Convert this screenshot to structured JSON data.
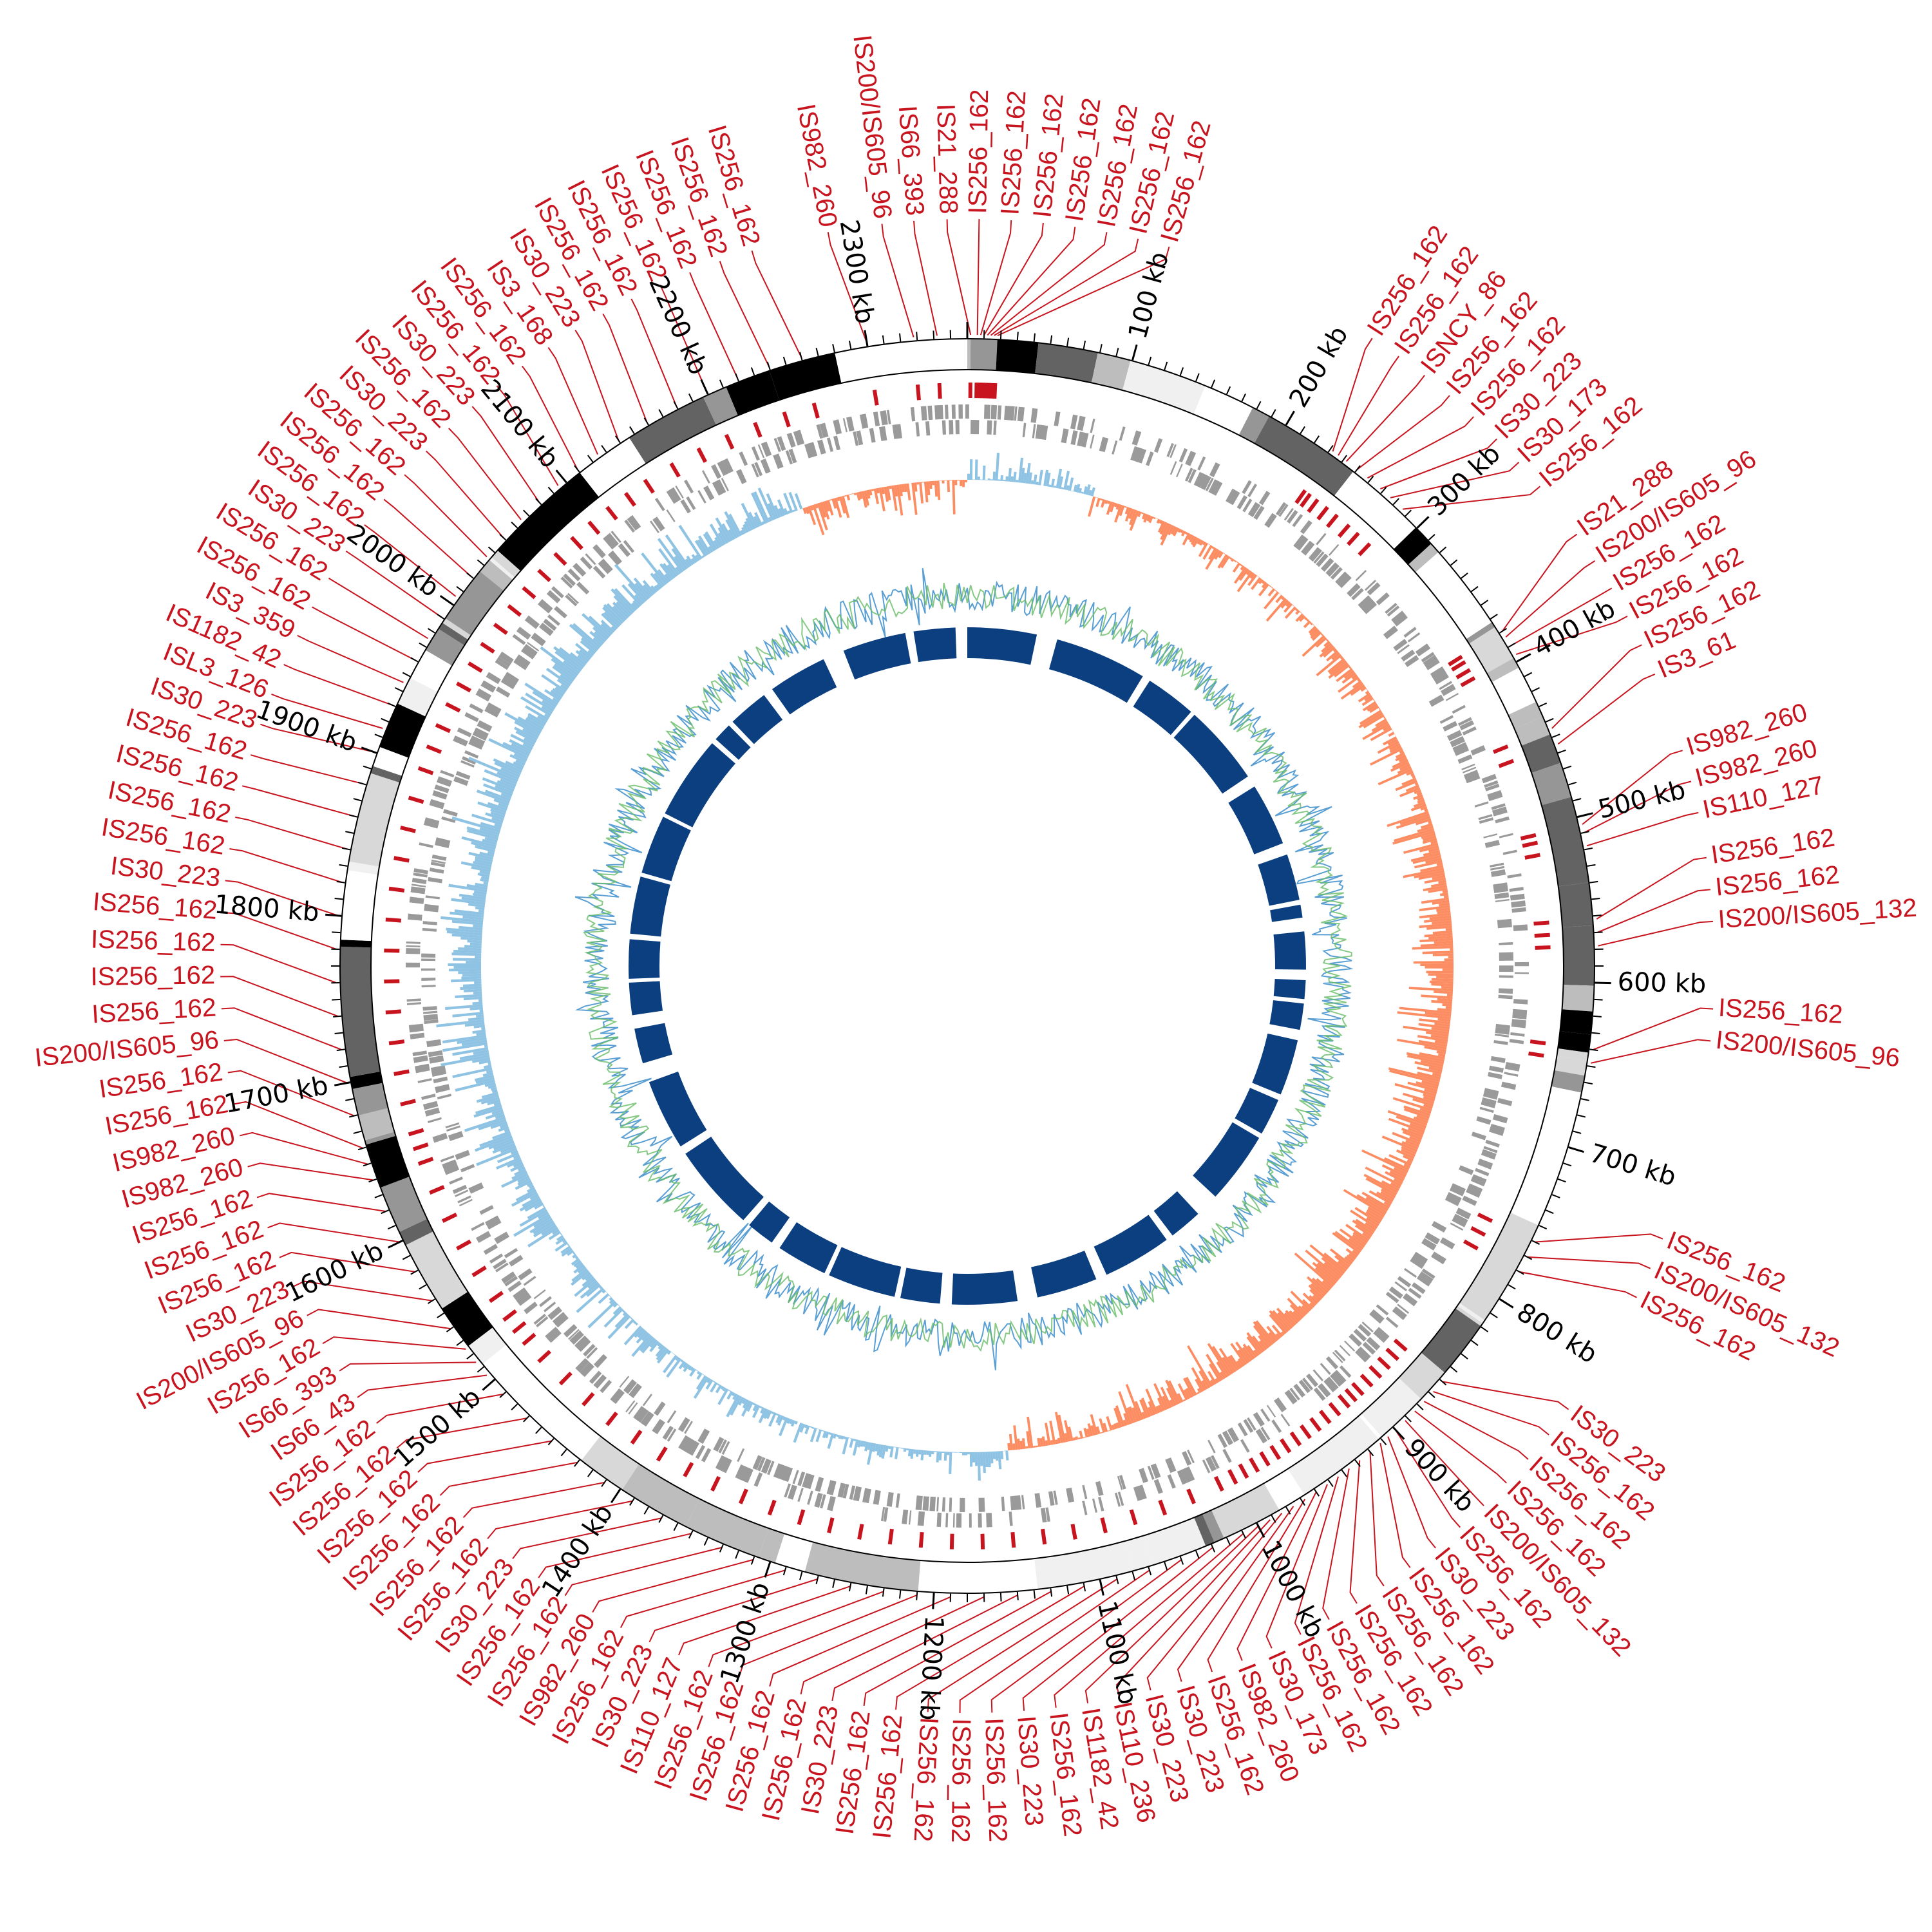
{
  "genome": {
    "length_kb": 2360,
    "tick_unit": "kb",
    "major_tick_kb": 100,
    "minor_tick_kb": 10
  },
  "tick_labels": [
    "100 kb",
    "200 kb",
    "300 kb",
    "400 kb",
    "500 kb",
    "600 kb",
    "700 kb",
    "800 kb",
    "900 kb",
    "1000 kb",
    "1100 kb",
    "1200 kb",
    "1300 kb",
    "1400 kb",
    "1500 kb",
    "1600 kb",
    "1700 kb",
    "1800 kb",
    "1900 kb",
    "2000 kb",
    "2100 kb",
    "2200 kb",
    "2300 kb"
  ],
  "colors": {
    "label": "#c8141e",
    "gc_skew_pos": "#fc8d62",
    "gc_skew_neg": "#8fc3e3",
    "gc_content_a": "#66bb66",
    "gc_content_b": "#5a9fd4",
    "blocks": "#0b3f80",
    "genes": "#9a9a9a"
  },
  "is_elements": [
    [
      "IS982_260",
      2300
    ],
    [
      "IS200/IS605_96",
      2328
    ],
    [
      "IS66_393",
      2342
    ],
    [
      "IS21_288",
      2
    ],
    [
      "IS256_162",
      6
    ],
    [
      "IS256_162",
      8
    ],
    [
      "IS256_162",
      10
    ],
    [
      "IS256_162",
      12
    ],
    [
      "IS256_162",
      14
    ],
    [
      "IS256_162",
      16
    ],
    [
      "IS256_162",
      18
    ],
    [
      "IS256_162",
      232
    ],
    [
      "IS256_162",
      236
    ],
    [
      "ISNCY_86",
      242
    ],
    [
      "IS256_162",
      250
    ],
    [
      "IS256_162",
      258
    ],
    [
      "IS30_223",
      268
    ],
    [
      "IS30_173",
      276
    ],
    [
      "IS256_162",
      286
    ],
    [
      "IS21_288",
      380
    ],
    [
      "IS200/IS605_96",
      384
    ],
    [
      "IS256_162",
      390
    ],
    [
      "IS256_162",
      396
    ],
    [
      "IS256_162",
      445
    ],
    [
      "IS3_61",
      455
    ],
    [
      "IS982_260",
      505
    ],
    [
      "IS982_260",
      510
    ],
    [
      "IS110_127",
      518
    ],
    [
      "IS256_162",
      562
    ],
    [
      "IS256_162",
      570
    ],
    [
      "IS200/IS605_132",
      578
    ],
    [
      "IS256_162",
      640
    ],
    [
      "IS200/IS605_96",
      648
    ],
    [
      "IS256_162",
      760
    ],
    [
      "IS200/IS605_132",
      770
    ],
    [
      "IS256_162",
      780
    ],
    [
      "IS30_223",
      860
    ],
    [
      "IS256_162",
      868
    ],
    [
      "IS256_162",
      876
    ],
    [
      "IS256_162",
      884
    ],
    [
      "IS200/IS605_132",
      892
    ],
    [
      "IS256_162",
      900
    ],
    [
      "IS30_223",
      906
    ],
    [
      "IS256_162",
      912
    ],
    [
      "IS256_162",
      920
    ],
    [
      "IS256_162",
      928
    ],
    [
      "IS256_162",
      936
    ],
    [
      "IS256_162",
      944
    ],
    [
      "IS30_173",
      952
    ],
    [
      "IS982_260",
      960
    ],
    [
      "IS256_162",
      968
    ],
    [
      "IS30_223",
      976
    ],
    [
      "IS30_223",
      984
    ],
    [
      "IS110_236",
      992
    ],
    [
      "IS1182_42",
      1000
    ],
    [
      "IS256_162",
      1010
    ],
    [
      "IS30_223",
      1030
    ],
    [
      "IS256_162",
      1050
    ],
    [
      "IS256_162",
      1070
    ],
    [
      "IS256_162",
      1090
    ],
    [
      "IS256_162",
      1110
    ],
    [
      "IS256_162",
      1130
    ],
    [
      "IS30_223",
      1150
    ],
    [
      "IS256_162",
      1170
    ],
    [
      "IS256_162",
      1190
    ],
    [
      "IS256_162",
      1210
    ],
    [
      "IS256_162",
      1230
    ],
    [
      "IS110_127",
      1250
    ],
    [
      "IS30_223",
      1270
    ],
    [
      "IS256_162",
      1290
    ],
    [
      "IS982_260",
      1310
    ],
    [
      "IS256_162",
      1330
    ],
    [
      "IS256_162",
      1350
    ],
    [
      "IS30_223",
      1370
    ],
    [
      "IS256_162",
      1390
    ],
    [
      "IS256_162",
      1410
    ],
    [
      "IS256_162",
      1430
    ],
    [
      "IS256_162",
      1450
    ],
    [
      "IS256_162",
      1470
    ],
    [
      "IS256_162",
      1490
    ],
    [
      "IS66_43",
      1505
    ],
    [
      "IS66_393",
      1515
    ],
    [
      "IS256_162",
      1525
    ],
    [
      "IS200/IS605_96",
      1540
    ],
    [
      "IS30_223",
      1560
    ],
    [
      "IS256_162",
      1580
    ],
    [
      "IS256_162",
      1600
    ],
    [
      "IS256_162",
      1620
    ],
    [
      "IS982_260",
      1640
    ],
    [
      "IS982_260",
      1650
    ],
    [
      "IS256_162",
      1660
    ],
    [
      "IS256_162",
      1680
    ],
    [
      "IS200/IS605_96",
      1700
    ],
    [
      "IS256_162",
      1720
    ],
    [
      "IS256_162",
      1740
    ],
    [
      "IS256_162",
      1760
    ],
    [
      "IS256_162",
      1780
    ],
    [
      "IS30_223",
      1800
    ],
    [
      "IS256_162",
      1820
    ],
    [
      "IS256_162",
      1840
    ],
    [
      "IS256_162",
      1860
    ],
    [
      "IS256_162",
      1880
    ],
    [
      "IS30_223",
      1900
    ],
    [
      "ISL3_126",
      1915
    ],
    [
      "IS1182_42",
      1930
    ],
    [
      "IS3_359",
      1945
    ],
    [
      "IS256_162",
      1960
    ],
    [
      "IS256_162",
      1975
    ],
    [
      "IS30_223",
      1990
    ],
    [
      "IS256_162",
      2005
    ],
    [
      "IS256_162",
      2020
    ],
    [
      "IS256_162",
      2035
    ],
    [
      "IS30_223",
      2050
    ],
    [
      "IS256_162",
      2065
    ],
    [
      "IS30_223",
      2080
    ],
    [
      "IS256_162",
      2095
    ],
    [
      "IS256_162",
      2110
    ],
    [
      "IS3_168",
      2125
    ],
    [
      "IS30_223",
      2140
    ],
    [
      "IS256_162",
      2160
    ],
    [
      "IS256_162",
      2180
    ],
    [
      "IS256_162",
      2200
    ],
    [
      "IS256_162",
      2220
    ],
    [
      "IS256_162",
      2240
    ],
    [
      "IS256_162",
      2260
    ]
  ]
}
